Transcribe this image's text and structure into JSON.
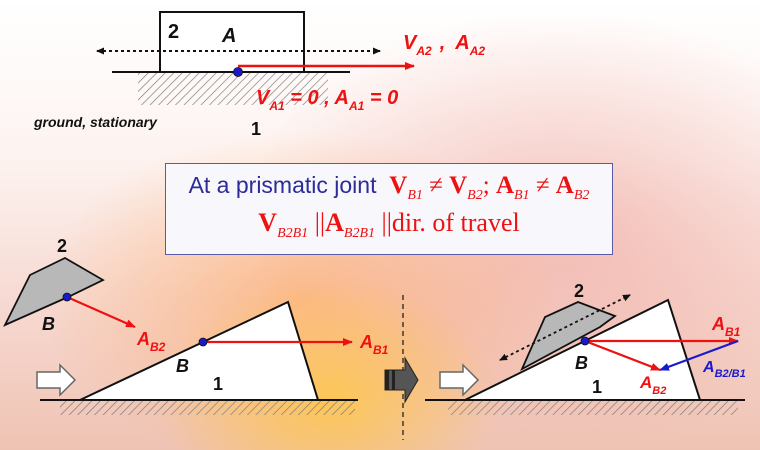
{
  "top": {
    "link2": "2",
    "pointA": "A",
    "va2": "V",
    "va2_sub": "A2",
    "sep": ",",
    "aa2": "A",
    "aa2_sub": "A2",
    "va1": "V",
    "va1_sub": "A1",
    "va1_val": " = 0 , ",
    "aa1": "A",
    "aa1_sub": "A1",
    "aa1_val": " = 0",
    "ground_label": "ground, stationary",
    "link1": "1"
  },
  "statement": {
    "prefix": "At a prismatic joint",
    "v": "V",
    "b1": "B1",
    "ne": "≠",
    "b2": "B2",
    "semicolon": ";",
    "a": "A",
    "v2": "V",
    "b2b1": "B2B1",
    "par": "||",
    "a2": "A",
    "b2b1_2": "B2B1",
    "tail": "||dir. of travel"
  },
  "left": {
    "link2": "2",
    "B": "B",
    "ab2": "A",
    "ab2_sub": "B2",
    "B_wedge": "B",
    "link1": "1",
    "ab1": "A",
    "ab1_sub": "B1"
  },
  "right": {
    "link2": "2",
    "B": "B",
    "ab1": "A",
    "ab1_sub": "B1",
    "ab2b1": "A",
    "ab2b1_sub": "B2/B1",
    "ab2": "A",
    "ab2_sub": "B2",
    "link1": "1"
  },
  "colors": {
    "red": "#ee1111",
    "blue": "#1a1acc",
    "box_text": "#2b2b9a",
    "gray": "#b8b8b8"
  }
}
